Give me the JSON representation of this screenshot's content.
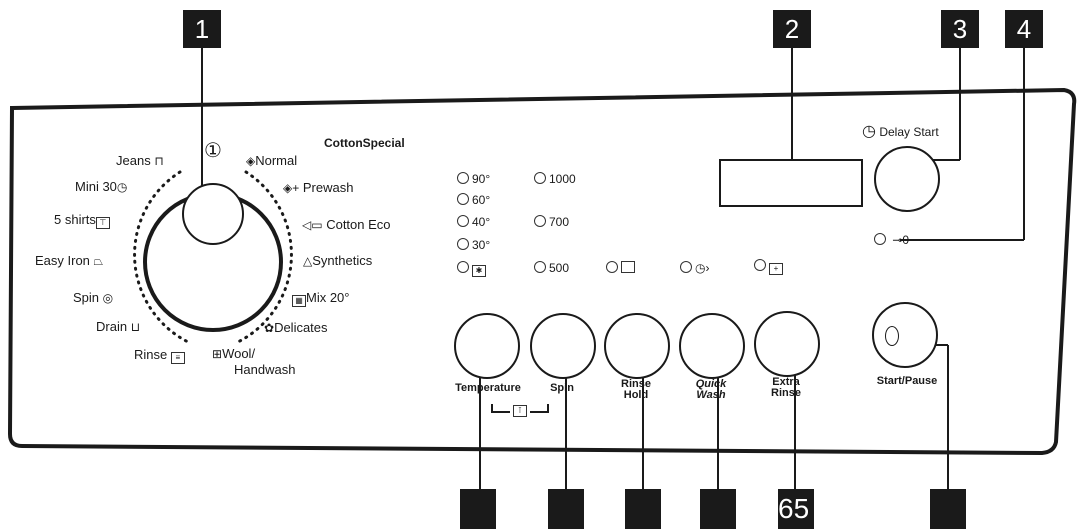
{
  "callouts_top": [
    "1",
    "2",
    "3",
    "4"
  ],
  "callouts_bottom": [
    "",
    "",
    "",
    "",
    "65",
    ""
  ],
  "program_title": "CottonSpecial",
  "programs_left": [
    "Jeans",
    "Mini 30",
    "5 shirts",
    "Easy Iron",
    "Spin",
    "Drain",
    "Rinse"
  ],
  "programs_right": [
    "Normal",
    "Prewash",
    "Cotton Eco",
    "Synthetics",
    "Mix 20°",
    "Delicates",
    "Wool/",
    "Handwash"
  ],
  "power_symbol": "①",
  "temperature_options": [
    "90°",
    "60°",
    "40°",
    "30°"
  ],
  "spin_options": [
    "1000",
    "700",
    "500"
  ],
  "buttons": {
    "temperature": "Temperature",
    "spin": "Spin",
    "rinse_hold_1": "Rinse",
    "rinse_hold_2": "Hold",
    "quick_wash_1": "Quick",
    "quick_wash_2": "Wash",
    "extra_rinse_1": "Extra",
    "extra_rinse_2": "Rinse",
    "start_pause": "Start/Pause"
  },
  "delay_start_label": "Delay Start",
  "door_lock_symbol": "⊸0",
  "icons": [
    "power-icon",
    "jeans-icon",
    "clock-icon",
    "shirt-icon",
    "iron-icon",
    "spin-icon",
    "drain-icon",
    "rinse-icon",
    "normal-icon",
    "prewash-icon",
    "tag-icon",
    "triangle-icon",
    "mix-icon",
    "flower-icon",
    "hand-icon",
    "cold-icon",
    "rinse-hold-icon",
    "quick-wash-icon",
    "extra-rinse-icon",
    "key-lock-icon"
  ]
}
